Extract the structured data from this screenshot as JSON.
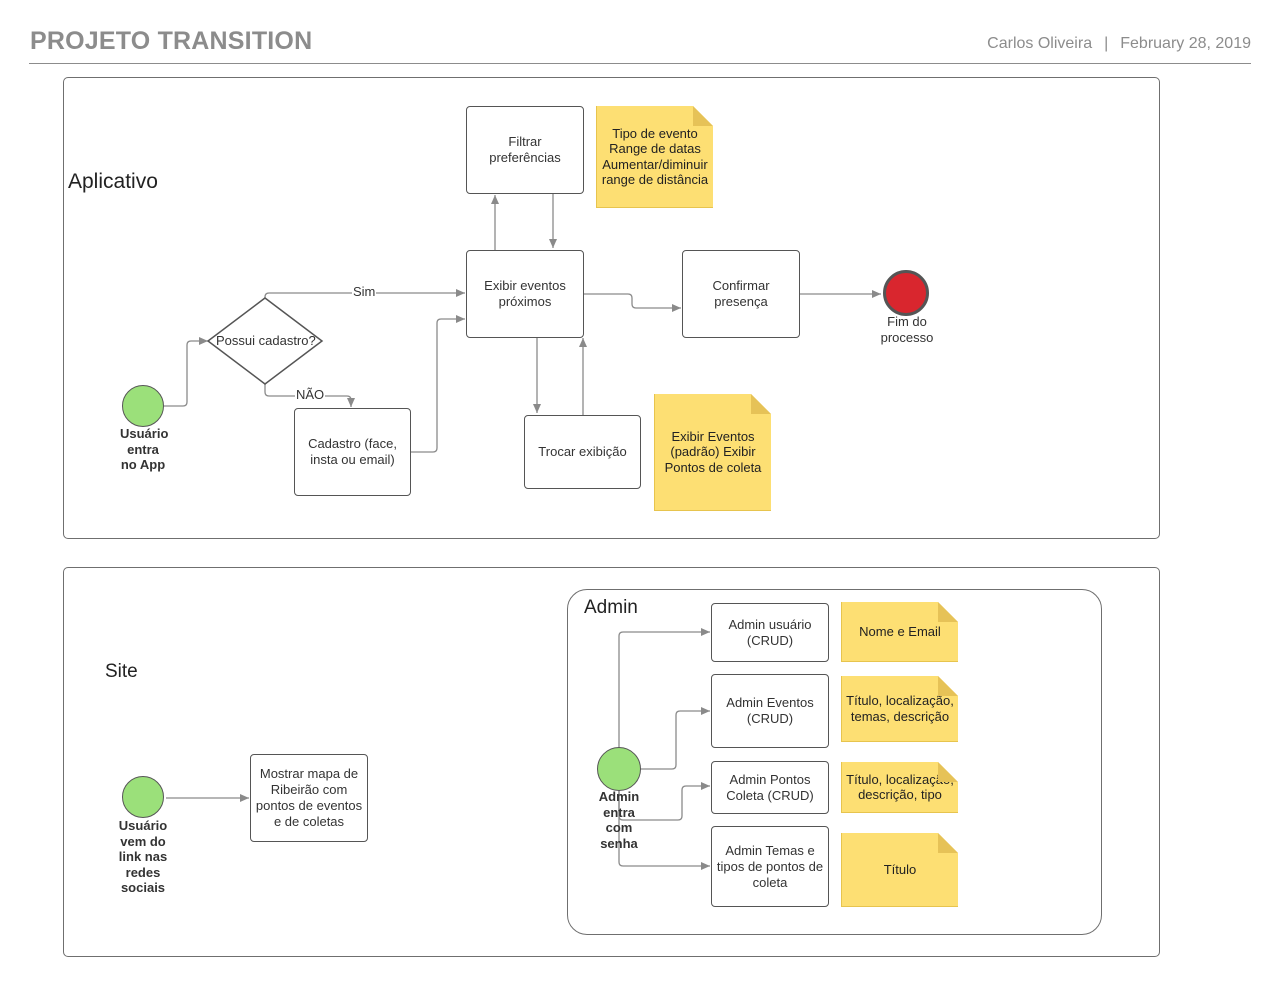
{
  "header": {
    "title": "PROJETO TRANSITION",
    "author": "Carlos Oliveira",
    "separator": "|",
    "date": "February 28, 2019"
  },
  "app": {
    "label": "Aplicativo",
    "start_label": "Usuário entra no App",
    "decision": "Possui cadastro?",
    "yes_label": "Sim",
    "no_label": "NÃO",
    "signup": "Cadastro (face, insta ou email)",
    "show_events": "Exibir eventos próximos",
    "filter": "Filtrar preferências",
    "filter_note": "Tipo de evento Range de datas Aumentar/diminuir range de distância",
    "swap_view": "Trocar exibição",
    "swap_note": "Exibir Eventos (padrão) Exibir Pontos de coleta",
    "confirm": "Confirmar presença",
    "end_label": "Fim do processo"
  },
  "site": {
    "label": "Site",
    "start_label": "Usuário vem do link nas redes sociais",
    "map": "Mostrar mapa de Ribeirão com pontos de eventos e de coletas"
  },
  "admin": {
    "label": "Admin",
    "start_label": "Admin entra com senha",
    "items": [
      {
        "box": "Admin usuário (CRUD)",
        "note": "Nome e Email"
      },
      {
        "box": "Admin Eventos (CRUD)",
        "note": "Título, localização, temas, descrição"
      },
      {
        "box": "Admin Pontos Coleta (CRUD)",
        "note": "Título, localização, descrição, tipo"
      },
      {
        "box": "Admin Temas e tipos de pontos de coleta",
        "note": "Título"
      }
    ]
  },
  "colors": {
    "note_fill": "#fddf73",
    "start_fill": "#9be07a",
    "end_fill": "#d9262e",
    "connector": "#8a8a8a"
  }
}
